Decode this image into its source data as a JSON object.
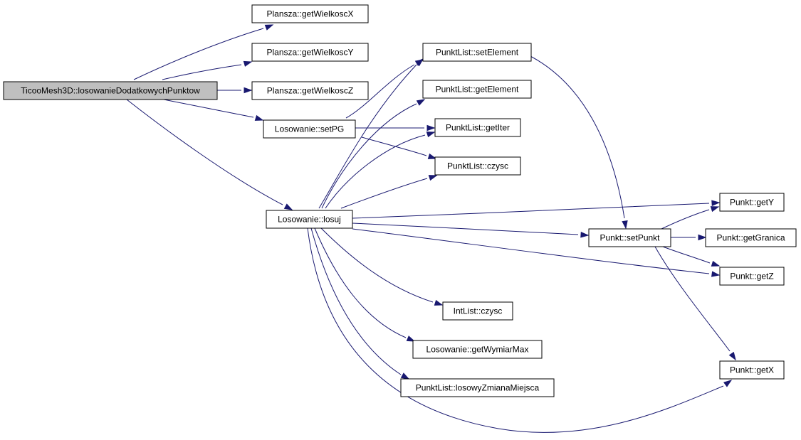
{
  "colors": {
    "edge": "#191970",
    "node_fill": "#ffffff",
    "root_fill": "#bfbfbf",
    "border": "#000000",
    "background": "#ffffff"
  },
  "nodes": [
    {
      "id": "root",
      "label": "TicooMesh3D::losowanieDodatkowychPunktow",
      "root": true
    },
    {
      "id": "gwx",
      "label": "Plansza::getWielkoscX"
    },
    {
      "id": "gwy",
      "label": "Plansza::getWielkoscY"
    },
    {
      "id": "gwz",
      "label": "Plansza::getWielkoscZ"
    },
    {
      "id": "setpg",
      "label": "Losowanie::setPG"
    },
    {
      "id": "losuj",
      "label": "Losowanie::losuj"
    },
    {
      "id": "pl_setel",
      "label": "PunktList::setElement"
    },
    {
      "id": "pl_getel",
      "label": "PunktList::getElement"
    },
    {
      "id": "pl_getiter",
      "label": "PunktList::getIter"
    },
    {
      "id": "pl_czysc",
      "label": "PunktList::czysc"
    },
    {
      "id": "p_sety",
      "label": "Punkt::getY"
    },
    {
      "id": "p_setpunkt",
      "label": "Punkt::setPunkt"
    },
    {
      "id": "p_getgranica",
      "label": "Punkt::getGranica"
    },
    {
      "id": "p_getz",
      "label": "Punkt::getZ"
    },
    {
      "id": "il_czysc",
      "label": "IntList::czysc"
    },
    {
      "id": "los_gwm",
      "label": "Losowanie::getWymiarMax"
    },
    {
      "id": "pl_losowy",
      "label": "PunktList::losowyZmianaMiejsca"
    },
    {
      "id": "p_getx",
      "label": "Punkt::getX"
    }
  ],
  "edges": [
    {
      "from": "root",
      "to": "gwx"
    },
    {
      "from": "root",
      "to": "gwy"
    },
    {
      "from": "root",
      "to": "gwz"
    },
    {
      "from": "root",
      "to": "setpg"
    },
    {
      "from": "root",
      "to": "losuj"
    },
    {
      "from": "setpg",
      "to": "pl_setel"
    },
    {
      "from": "setpg",
      "to": "pl_getiter"
    },
    {
      "from": "setpg",
      "to": "pl_czysc"
    },
    {
      "from": "losuj",
      "to": "pl_setel"
    },
    {
      "from": "losuj",
      "to": "pl_getel"
    },
    {
      "from": "losuj",
      "to": "pl_getiter"
    },
    {
      "from": "losuj",
      "to": "pl_czysc"
    },
    {
      "from": "losuj",
      "to": "p_sety"
    },
    {
      "from": "losuj",
      "to": "p_setpunkt"
    },
    {
      "from": "losuj",
      "to": "p_getz"
    },
    {
      "from": "losuj",
      "to": "il_czysc"
    },
    {
      "from": "losuj",
      "to": "los_gwm"
    },
    {
      "from": "losuj",
      "to": "pl_losowy"
    },
    {
      "from": "losuj",
      "to": "p_getx"
    },
    {
      "from": "pl_setel",
      "to": "p_setpunkt"
    },
    {
      "from": "p_setpunkt",
      "to": "p_sety"
    },
    {
      "from": "p_setpunkt",
      "to": "p_getgranica"
    },
    {
      "from": "p_setpunkt",
      "to": "p_getz"
    },
    {
      "from": "p_setpunkt",
      "to": "p_getx"
    }
  ]
}
